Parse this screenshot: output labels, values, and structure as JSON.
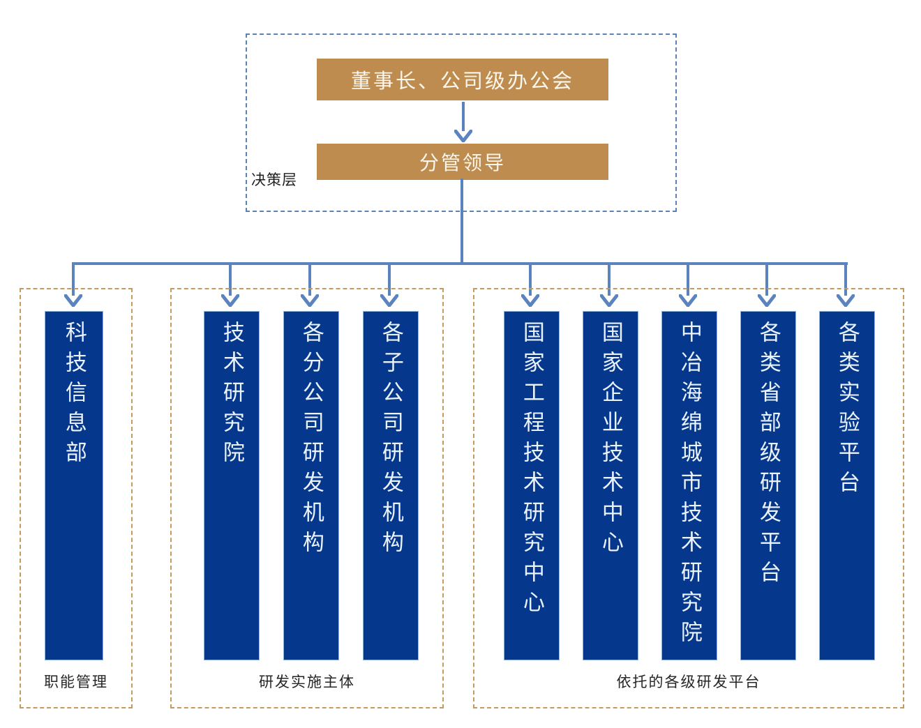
{
  "decision_layer": {
    "layer_label": "决策层",
    "chairman_node": "董事长、公司级办公会",
    "leader_node": "分管领导"
  },
  "groups": [
    {
      "label": "职能管理",
      "items": [
        "科技信息部"
      ]
    },
    {
      "label": "研发实施主体",
      "items": [
        "技术研究院",
        "各分公司研发机构",
        "各子公司研发机构"
      ]
    },
    {
      "label": "依托的各级研发平台",
      "items": [
        "国家工程技术研究中心",
        "国家企业技术中心",
        "中冶海绵城市技术研究院",
        "各类省部级研发平台",
        "各类实验平台"
      ]
    }
  ],
  "colors": {
    "node_blue": "#05388C",
    "node_gold": "#BE8C4F",
    "connector_blue": "#5B84BE",
    "decision_border_blue": "#5C81B5",
    "group_border_tan": "#C49A5F",
    "bar_text": "#EAF3FC",
    "label_text": "#1F1F1F",
    "background": "#FFFFFF"
  }
}
